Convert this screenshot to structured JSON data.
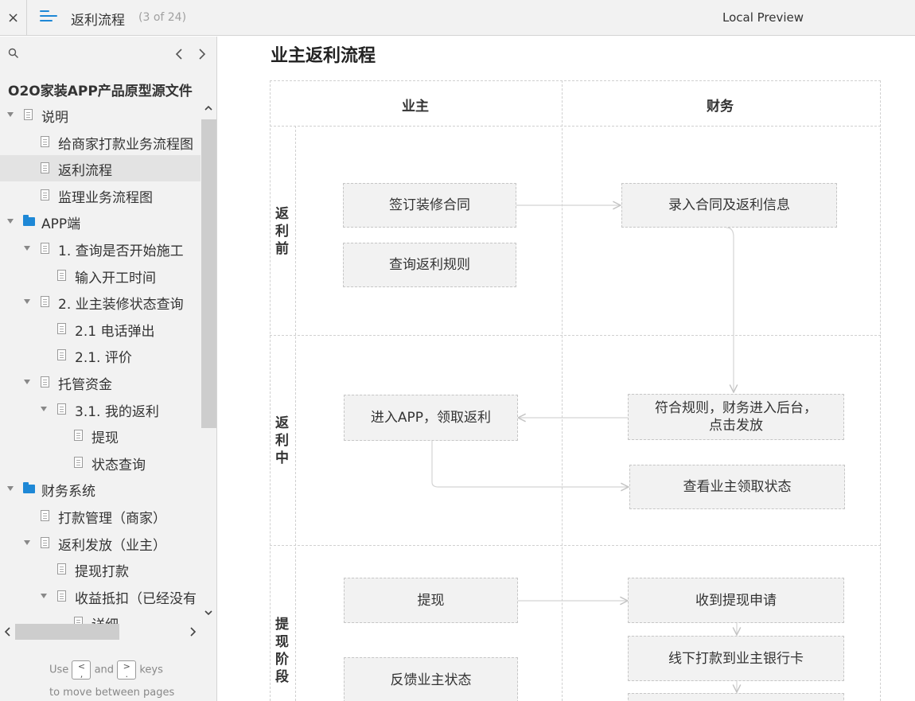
{
  "topbar": {
    "close_glyph": "×",
    "title": "返利流程",
    "page_count": "(3 of 24)",
    "preview_label": "Local Preview"
  },
  "sidebar": {
    "project_title": "O2O家装APP产品原型源文件",
    "items": [
      {
        "label": "说明",
        "type": "page",
        "level": 0,
        "expanded": true
      },
      {
        "label": "给商家打款业务流程图",
        "type": "page",
        "level": 1
      },
      {
        "label": "返利流程",
        "type": "page",
        "level": 1,
        "active": true
      },
      {
        "label": "监理业务流程图",
        "type": "page",
        "level": 1
      },
      {
        "label": "APP端",
        "type": "folder",
        "level": 0,
        "expanded": true
      },
      {
        "label": "1. 查询是否开始施工",
        "type": "page",
        "level": 1,
        "expanded": true
      },
      {
        "label": "输入开工时间",
        "type": "page",
        "level": 2
      },
      {
        "label": "2. 业主装修状态查询",
        "type": "page",
        "level": 1,
        "expanded": true
      },
      {
        "label": "2.1 电话弹出",
        "type": "page",
        "level": 2
      },
      {
        "label": "2.1. 评价",
        "type": "page",
        "level": 2
      },
      {
        "label": "托管资金",
        "type": "page",
        "level": 1,
        "expanded": true
      },
      {
        "label": "3.1. 我的返利",
        "type": "page",
        "level": 2,
        "expanded": true
      },
      {
        "label": "提现",
        "type": "page",
        "level": 3
      },
      {
        "label": "状态查询",
        "type": "page",
        "level": 3
      },
      {
        "label": "财务系统",
        "type": "folder",
        "level": 0,
        "expanded": true
      },
      {
        "label": "打款管理（商家）",
        "type": "page",
        "level": 1
      },
      {
        "label": "返利发放（业主）",
        "type": "page",
        "level": 1,
        "expanded": true
      },
      {
        "label": "提现打款",
        "type": "page",
        "level": 2
      },
      {
        "label": "收益抵扣（已经没有",
        "type": "page",
        "level": 2,
        "expanded": true
      },
      {
        "label": "详细",
        "type": "page",
        "level": 3
      }
    ],
    "hint": {
      "use": "Use",
      "prev_key": "<\n,",
      "and": "and",
      "next_key": ">\n.",
      "keys": "keys",
      "line2": "to move between pages"
    }
  },
  "main": {
    "title": "业主返利流程",
    "lanes": {
      "owner": "业主",
      "finance": "财务"
    },
    "phases": {
      "before": "返利前",
      "during": "返利中",
      "withdraw": "提现阶段"
    },
    "boxes": {
      "sign_contract": "签订装修合同",
      "query_rules": "查询返利规则",
      "record_contract": "录入合同及返利信息",
      "enter_app": "进入APP，领取返利",
      "meets_rules_l1": "符合规则，财务进入后台，",
      "meets_rules_l2": "点击发放",
      "check_status": "查看业主领取状态",
      "withdraw": "提现",
      "receive_request": "收到提现申请",
      "offline_transfer": "线下打款到业主银行卡",
      "feedback_status": "反馈业主状态"
    }
  },
  "colors": {
    "accent": "#1e88d6",
    "box_fill": "#f2f2f2",
    "border": "#d0d0d0",
    "sidebar_bg": "#f2f2f2"
  },
  "icons": [
    "close-icon",
    "menu-icon",
    "search-icon",
    "chevron-left-icon",
    "chevron-right-icon",
    "page-icon",
    "folder-icon"
  ]
}
